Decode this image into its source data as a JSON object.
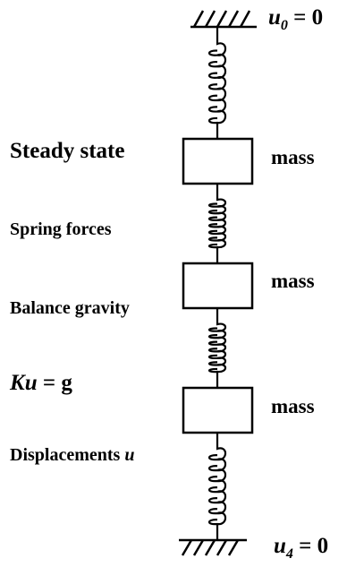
{
  "boundaries": {
    "top": {
      "u": "u",
      "sub": "0",
      "eq": "= 0"
    },
    "bottom": {
      "u": "u",
      "sub": "4",
      "eq": "= 0"
    }
  },
  "masses": [
    {
      "label": "mass"
    },
    {
      "label": "mass"
    },
    {
      "label": "mass"
    }
  ],
  "notes": {
    "steady_state": "Steady state",
    "spring_forces": "Spring forces",
    "balance_gravity": "Balance gravity",
    "equation": {
      "K": "K",
      "u": "u",
      "rest": "= g"
    },
    "displacements": {
      "text": "Displacements",
      "var": "u"
    }
  },
  "colors": {
    "ink": "#000000",
    "background": "#ffffff"
  },
  "springs": [
    {
      "name": "spring-1",
      "coils": 7
    },
    {
      "name": "spring-2",
      "coils": 7
    },
    {
      "name": "spring-3",
      "coils": 7
    },
    {
      "name": "spring-4",
      "coils": 7
    }
  ],
  "icons": [
    "top-ground-hatch-icon",
    "bottom-ground-hatch-icon"
  ]
}
